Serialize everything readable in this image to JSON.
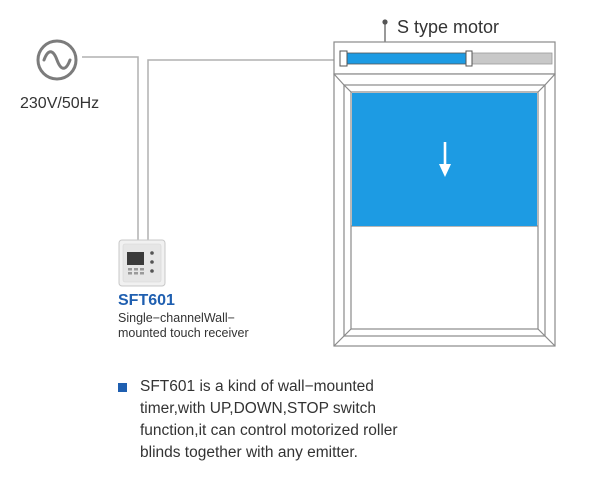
{
  "power": {
    "label": "230V/50Hz"
  },
  "motor": {
    "label": "S type motor"
  },
  "receiver": {
    "model": "SFT601",
    "caption_line1": "Single−channelWall−",
    "caption_line2": "mounted touch receiver"
  },
  "description": {
    "lines": [
      "SFT601 is a kind of wall−mounted",
      "timer,with UP,DOWN,STOP switch",
      "function,it can control motorized roller",
      "blinds together with any emitter."
    ]
  },
  "icons": {
    "power": "ac-sine-icon",
    "direction": "arrow-down-icon",
    "bullet": "square-bullet-icon"
  },
  "colors": {
    "blind": "#1d9be3",
    "motor": "#1d9be3",
    "model_text": "#1f5fb0",
    "bullet": "#1f5fb0",
    "frame": "#8a8a8a",
    "wire": "#b0b0b0"
  }
}
